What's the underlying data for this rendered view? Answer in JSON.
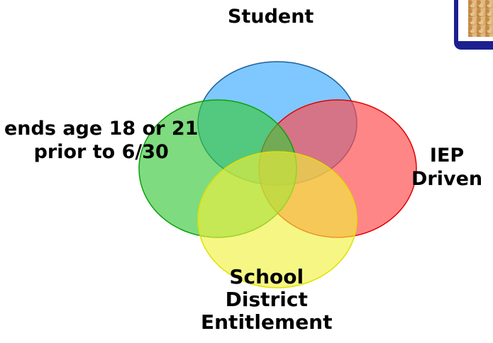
{
  "diagram": {
    "type": "venn",
    "circles": [
      {
        "id": "student",
        "label": "Student",
        "fill": "#5ab8ff",
        "stroke": "#1f5f9a"
      },
      {
        "id": "iep",
        "label": "IEP Driven",
        "fill": "#ff4d4d",
        "stroke": "#e00000"
      },
      {
        "id": "ends",
        "label": "ends age 18 or 21 prior to 6/30",
        "fill": "#3cc83c",
        "stroke": "#0aa00a"
      },
      {
        "id": "school",
        "label": "School District Entitlement",
        "fill": "#f0f03a",
        "stroke": "#e0e000"
      }
    ]
  },
  "labels": {
    "student": "Student",
    "iep_line1": "IEP",
    "iep_line2": "Driven",
    "ends_line1": "ends age 18 or 21",
    "ends_line2": "prior to 6/30",
    "school_line1": "School",
    "school_line2": "District",
    "school_line3": "Entitlement"
  },
  "colors": {
    "frame": "#1c1f8f",
    "text": "#000000"
  }
}
